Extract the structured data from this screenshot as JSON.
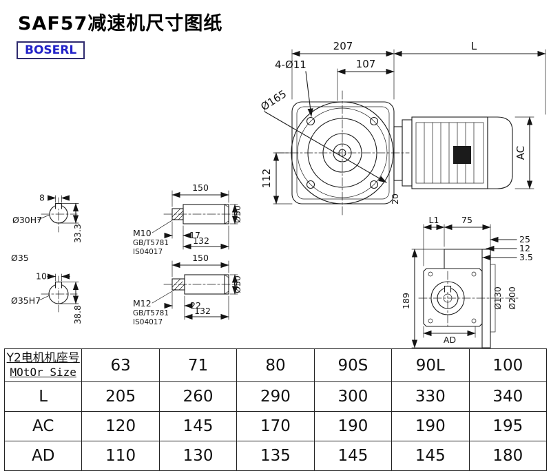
{
  "header": {
    "title": "SAF57减速机尺寸图纸",
    "brand": "BOSERL"
  },
  "main_view": {
    "dim_207": "207",
    "dim_L": "L",
    "dim_107": "107",
    "label_bolt_holes": "4-Ø11",
    "label_flange_dia": "Ø165",
    "dim_112": "112",
    "dim_AC": "AC",
    "dim_20": "20"
  },
  "shaft_end_1": {
    "key_width": "8",
    "bore": "Ø30H7",
    "key_height": "33.3"
  },
  "shaft_end_2": {
    "dia_label": "Ø35",
    "key_width": "10",
    "bore": "Ø35H7",
    "key_height": "38.8"
  },
  "shaft_detail_1": {
    "length": "150",
    "thread": "M10",
    "thread_len": "17",
    "body_len": "132",
    "std1": "GB/T5781",
    "std2": "IS04017",
    "dia": "Ø50"
  },
  "shaft_detail_2": {
    "length": "150",
    "thread": "M12",
    "thread_len": "22",
    "body_len": "132",
    "std1": "GB/T5781",
    "std2": "IS04017",
    "dia": "Ø50"
  },
  "side_view": {
    "dim_L1": "L1",
    "dim_75": "75",
    "dim_25": "25",
    "dim_12": "12",
    "dim_3_5": "3.5",
    "dim_189": "189",
    "dia_130": "Ø130",
    "dia_200": "Ø200",
    "dim_AD": "AD"
  },
  "table": {
    "motor_label_cn": "Y2电机机座号",
    "motor_label_en": "MOtOr Size",
    "motor_sizes": [
      "63",
      "71",
      "80",
      "90S",
      "90L",
      "100"
    ],
    "rows": [
      {
        "label": "L",
        "values": [
          "205",
          "260",
          "290",
          "300",
          "330",
          "340"
        ]
      },
      {
        "label": "AC",
        "values": [
          "120",
          "145",
          "170",
          "190",
          "190",
          "195"
        ]
      },
      {
        "label": "AD",
        "values": [
          "110",
          "130",
          "135",
          "145",
          "145",
          "180"
        ]
      }
    ]
  }
}
